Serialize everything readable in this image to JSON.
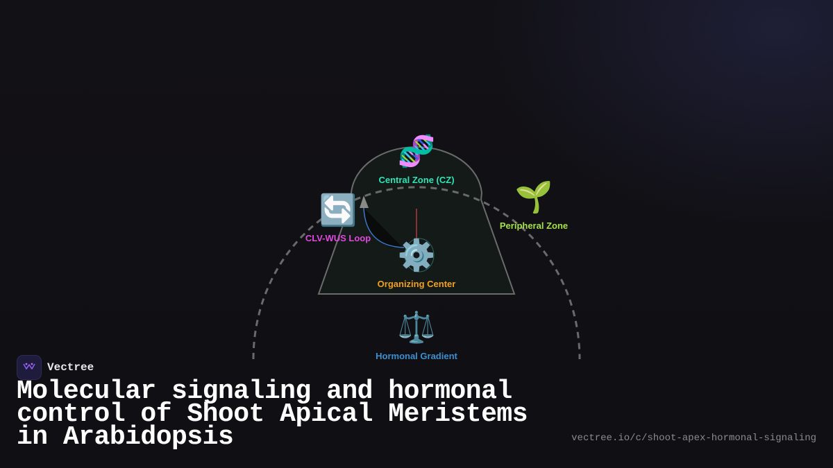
{
  "brand": {
    "name": "Vectree"
  },
  "title": "Molecular signaling and hormonal control of Shoot Apical Meristems in Arabidopsis",
  "url": "vectree.io/c/shoot-apex-hormonal-signaling",
  "diagram": {
    "nodes": [
      {
        "id": "central-zone",
        "label": "Central Zone (CZ)",
        "icon": "dna-icon",
        "color": "#2ee6b8"
      },
      {
        "id": "peripheral-zone",
        "label": "Peripheral Zone",
        "icon": "seedling-icon",
        "color": "#a6e04a"
      },
      {
        "id": "clv-wus-loop",
        "label": "CLV-WUS Loop",
        "icon": "counterclockwise-arrows-icon",
        "color": "#e048e0"
      },
      {
        "id": "organizing-center",
        "label": "Organizing Center",
        "icon": "gear-icon",
        "color": "#f2a020"
      },
      {
        "id": "hormonal-gradient",
        "label": "Hormonal Gradient",
        "icon": "balance-scale-icon",
        "color": "#3d8fd0"
      }
    ],
    "colors": {
      "dome_fill": "#141a17",
      "dome_stroke": "#6a6c6a",
      "arc_stroke": "#6a6a6a",
      "loop_stroke": "#3d7ad0",
      "signal_stroke": "#b03a3a"
    }
  }
}
